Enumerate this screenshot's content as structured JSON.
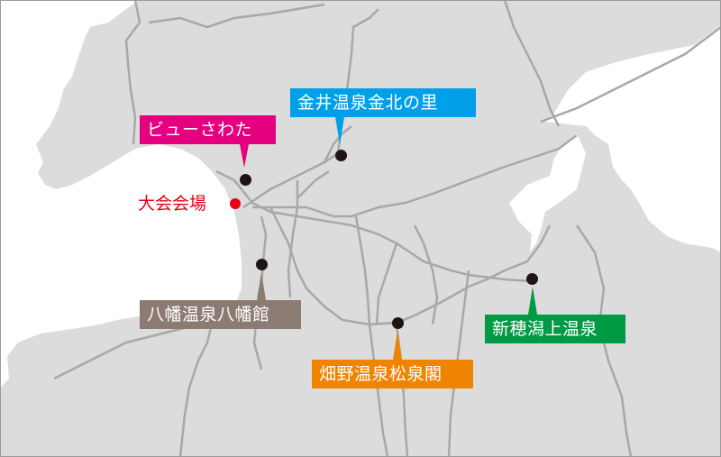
{
  "map": {
    "colors": {
      "land": "#dcdcdc",
      "sea": "#ffffff",
      "road": "#a8a8a8",
      "border": "#9a9a9a",
      "marker": "#1e1414"
    },
    "venue": {
      "label": "大会会場",
      "color": "#e60012"
    },
    "markers": [
      {
        "id": "view-sawata",
        "label": "ビューさわた",
        "color": "#e4007f"
      },
      {
        "id": "kanai-onsen",
        "label": "金井温泉金北の里",
        "color": "#00a0e9"
      },
      {
        "id": "yahata-onsen",
        "label": "八幡温泉八幡館",
        "color": "#8c7b72"
      },
      {
        "id": "hatano-onsen",
        "label": "畑野温泉松泉閣",
        "color": "#f08300"
      },
      {
        "id": "niibo-onsen",
        "label": "新穂潟上温泉",
        "color": "#009944"
      }
    ]
  }
}
